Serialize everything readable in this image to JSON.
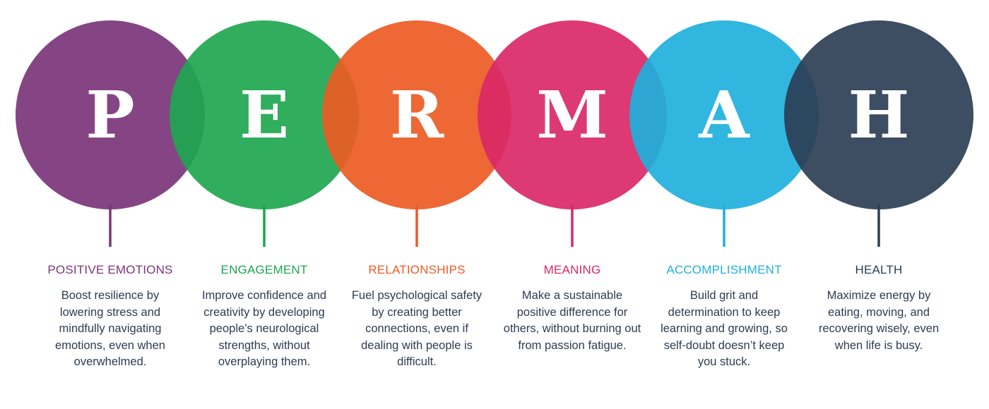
{
  "pillars": [
    {
      "letter": "P",
      "title": "POSITIVE EMOTIONS",
      "description": "Boost resilience by lowering  stress and mindfully navigating emotions, even when overwhelmed.",
      "color": "#7b3579"
    },
    {
      "letter": "E",
      "title": "ENGAGEMENT",
      "description": "Improve confidence and creativity by developing people’s neurological strengths, without overplaying them.",
      "color": "#1ea64f"
    },
    {
      "letter": "R",
      "title": "RELATIONSHIPS",
      "description": "Fuel psychological safety by creating better connections, even if dealing with people is difficult.",
      "color": "#eb5b24"
    },
    {
      "letter": "M",
      "title": "MEANING",
      "description": "Make a sustainable positive difference for others, without burning out from passion fatigue.",
      "color": "#da2866"
    },
    {
      "letter": "A",
      "title": "ACCOMPLISHMENT",
      "description": "Build grit and determination to keep learning and growing, so self-doubt doesn’t keep you stuck.",
      "color": "#1eb0dc"
    },
    {
      "letter": "H",
      "title": "HEALTH",
      "description": "Maximize energy by eating, moving, and recovering wisely, even when life is busy.",
      "color": "#2c3e55"
    }
  ]
}
